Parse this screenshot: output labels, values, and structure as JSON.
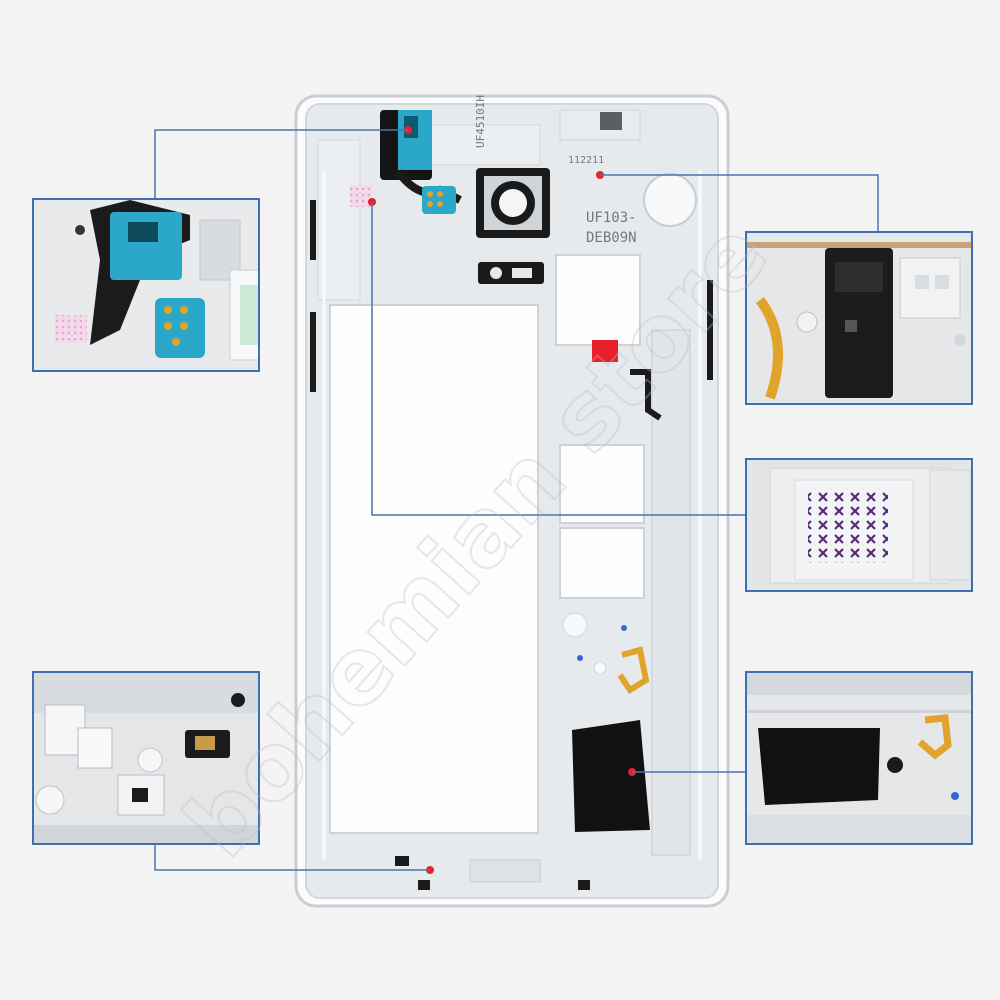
{
  "colors": {
    "background": "#f4f4f4",
    "frame": "#e6e9ec",
    "frame_edge": "#cfd4d9",
    "callout_line": "#4a74ad",
    "callout_border": "#3d6fb2",
    "marker": "#e8202a",
    "flex_cable": "#2aa7c9",
    "gold_contact": "#e0a32b",
    "speaker_black": "#111111"
  },
  "frame_markings": {
    "code1": "UF103-",
    "code2": "DEB09N",
    "date_stamp": "112211",
    "vertical_code": "UF4510IH"
  },
  "watermark": {
    "text": "bohemian store"
  },
  "icons": [
    "headphone-jack-icon",
    "camera-lens-icon",
    "microphone-mesh-icon",
    "loudspeaker-icon",
    "charging-port-icon"
  ],
  "callouts": [
    {
      "id": "headphone-jack",
      "side": "left"
    },
    {
      "id": "earphone-jack-closeup",
      "side": "right"
    },
    {
      "id": "mesh-grille",
      "side": "right"
    },
    {
      "id": "bottom-port",
      "side": "left"
    },
    {
      "id": "loudspeaker",
      "side": "right"
    }
  ]
}
